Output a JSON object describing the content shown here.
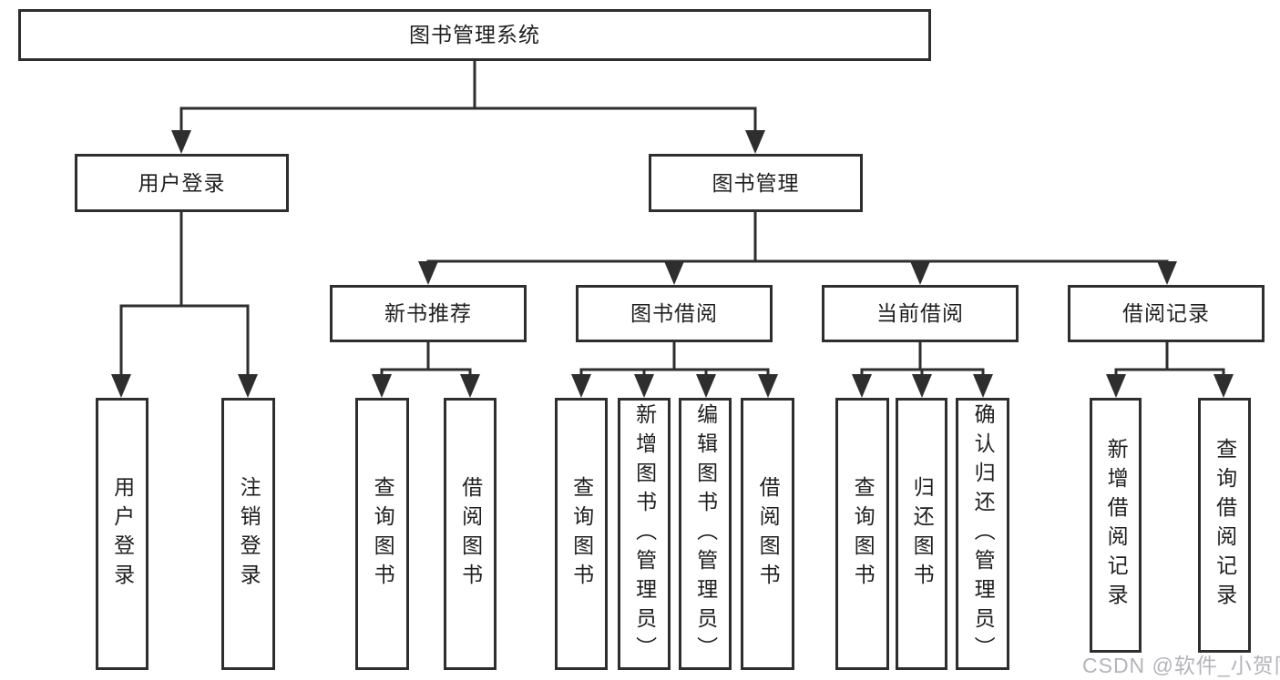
{
  "diagram": {
    "root": {
      "label": "图书管理系统"
    },
    "branches": [
      {
        "label": "用户登录",
        "children": [
          {
            "label": "用户登录"
          },
          {
            "label": "注销登录"
          }
        ]
      },
      {
        "label": "图书管理",
        "children": [
          {
            "label": "新书推荐",
            "children": [
              {
                "label": "查询图书"
              },
              {
                "label": "借阅图书"
              }
            ]
          },
          {
            "label": "图书借阅",
            "children": [
              {
                "label": "查询图书"
              },
              {
                "label": "新增图书（管理员）"
              },
              {
                "label": "编辑图书（管理员）"
              },
              {
                "label": "借阅图书"
              }
            ]
          },
          {
            "label": "当前借阅",
            "children": [
              {
                "label": "查询图书"
              },
              {
                "label": "归还图书"
              },
              {
                "label": "确认归还（管理员）"
              }
            ]
          },
          {
            "label": "借阅记录",
            "children": [
              {
                "label": "新增借阅记录"
              },
              {
                "label": "查询借阅记录"
              }
            ]
          }
        ]
      }
    ]
  },
  "watermark": {
    "text": "CSDN @软件_小贺同学"
  },
  "colors": {
    "line": "#2e2e2e",
    "ink": "#1f1f1f",
    "watermark": "#b4b4ba",
    "background": "#ffffff"
  }
}
